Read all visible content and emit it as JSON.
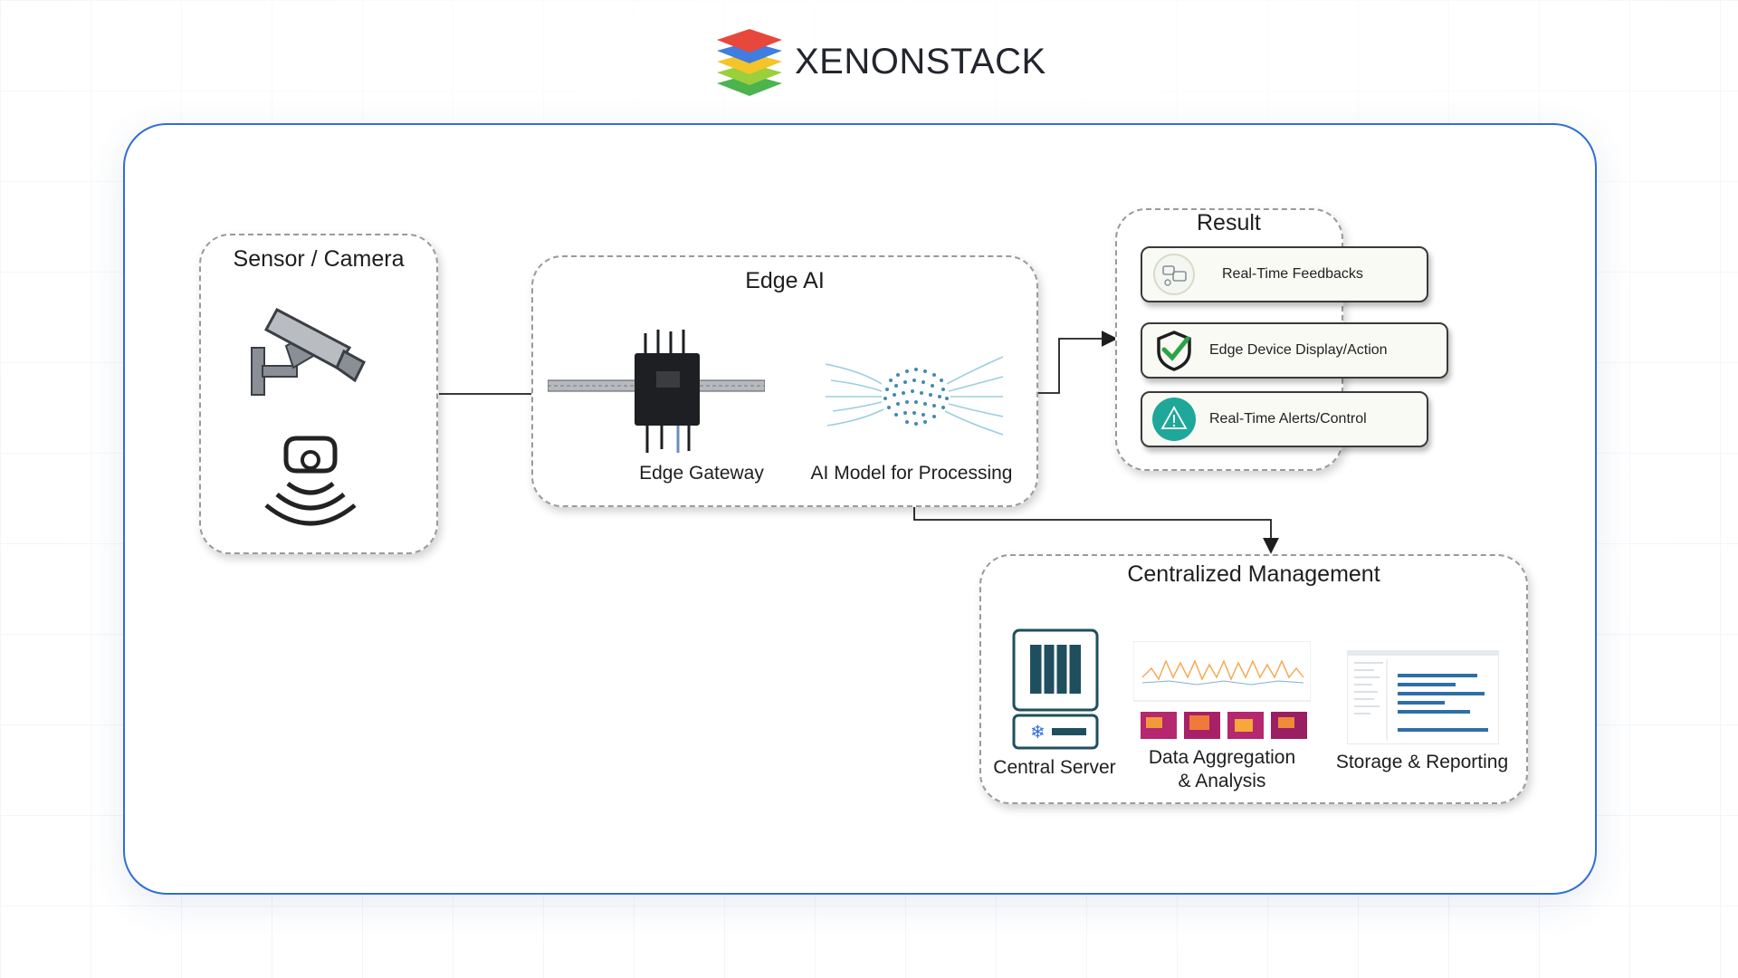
{
  "brand": {
    "name": "XENONSTACK"
  },
  "diagram": {
    "sensor_box": {
      "title": "Sensor / Camera"
    },
    "edge_ai_box": {
      "title": "Edge AI",
      "gateway_label": "Edge Gateway",
      "model_label": "AI Model for Processing"
    },
    "result_box": {
      "title": "Result",
      "items": [
        {
          "label": "Real-Time Feedbacks",
          "icon": "feedback-icon"
        },
        {
          "label": "Edge Device Display/Action",
          "icon": "shield-check-icon"
        },
        {
          "label": "Real-Time Alerts/Control",
          "icon": "warning-icon"
        }
      ]
    },
    "management_box": {
      "title": "Centralized Management",
      "items": [
        {
          "label": "Central Server",
          "icon": "server-icon"
        },
        {
          "label_line1": "Data Aggregation",
          "label_line2": "& Analysis",
          "icon": "analytics-dashboard-icon"
        },
        {
          "label": "Storage & Reporting",
          "icon": "report-screen-icon"
        }
      ]
    }
  },
  "colors": {
    "card_border": "#2f6fd6",
    "logo_red": "#e8473b",
    "logo_blue": "#3f7de0",
    "logo_yellow": "#f5c42a",
    "logo_green": "#4cb34f",
    "alert_teal": "#1fa79a",
    "check_green": "#2aa348"
  }
}
